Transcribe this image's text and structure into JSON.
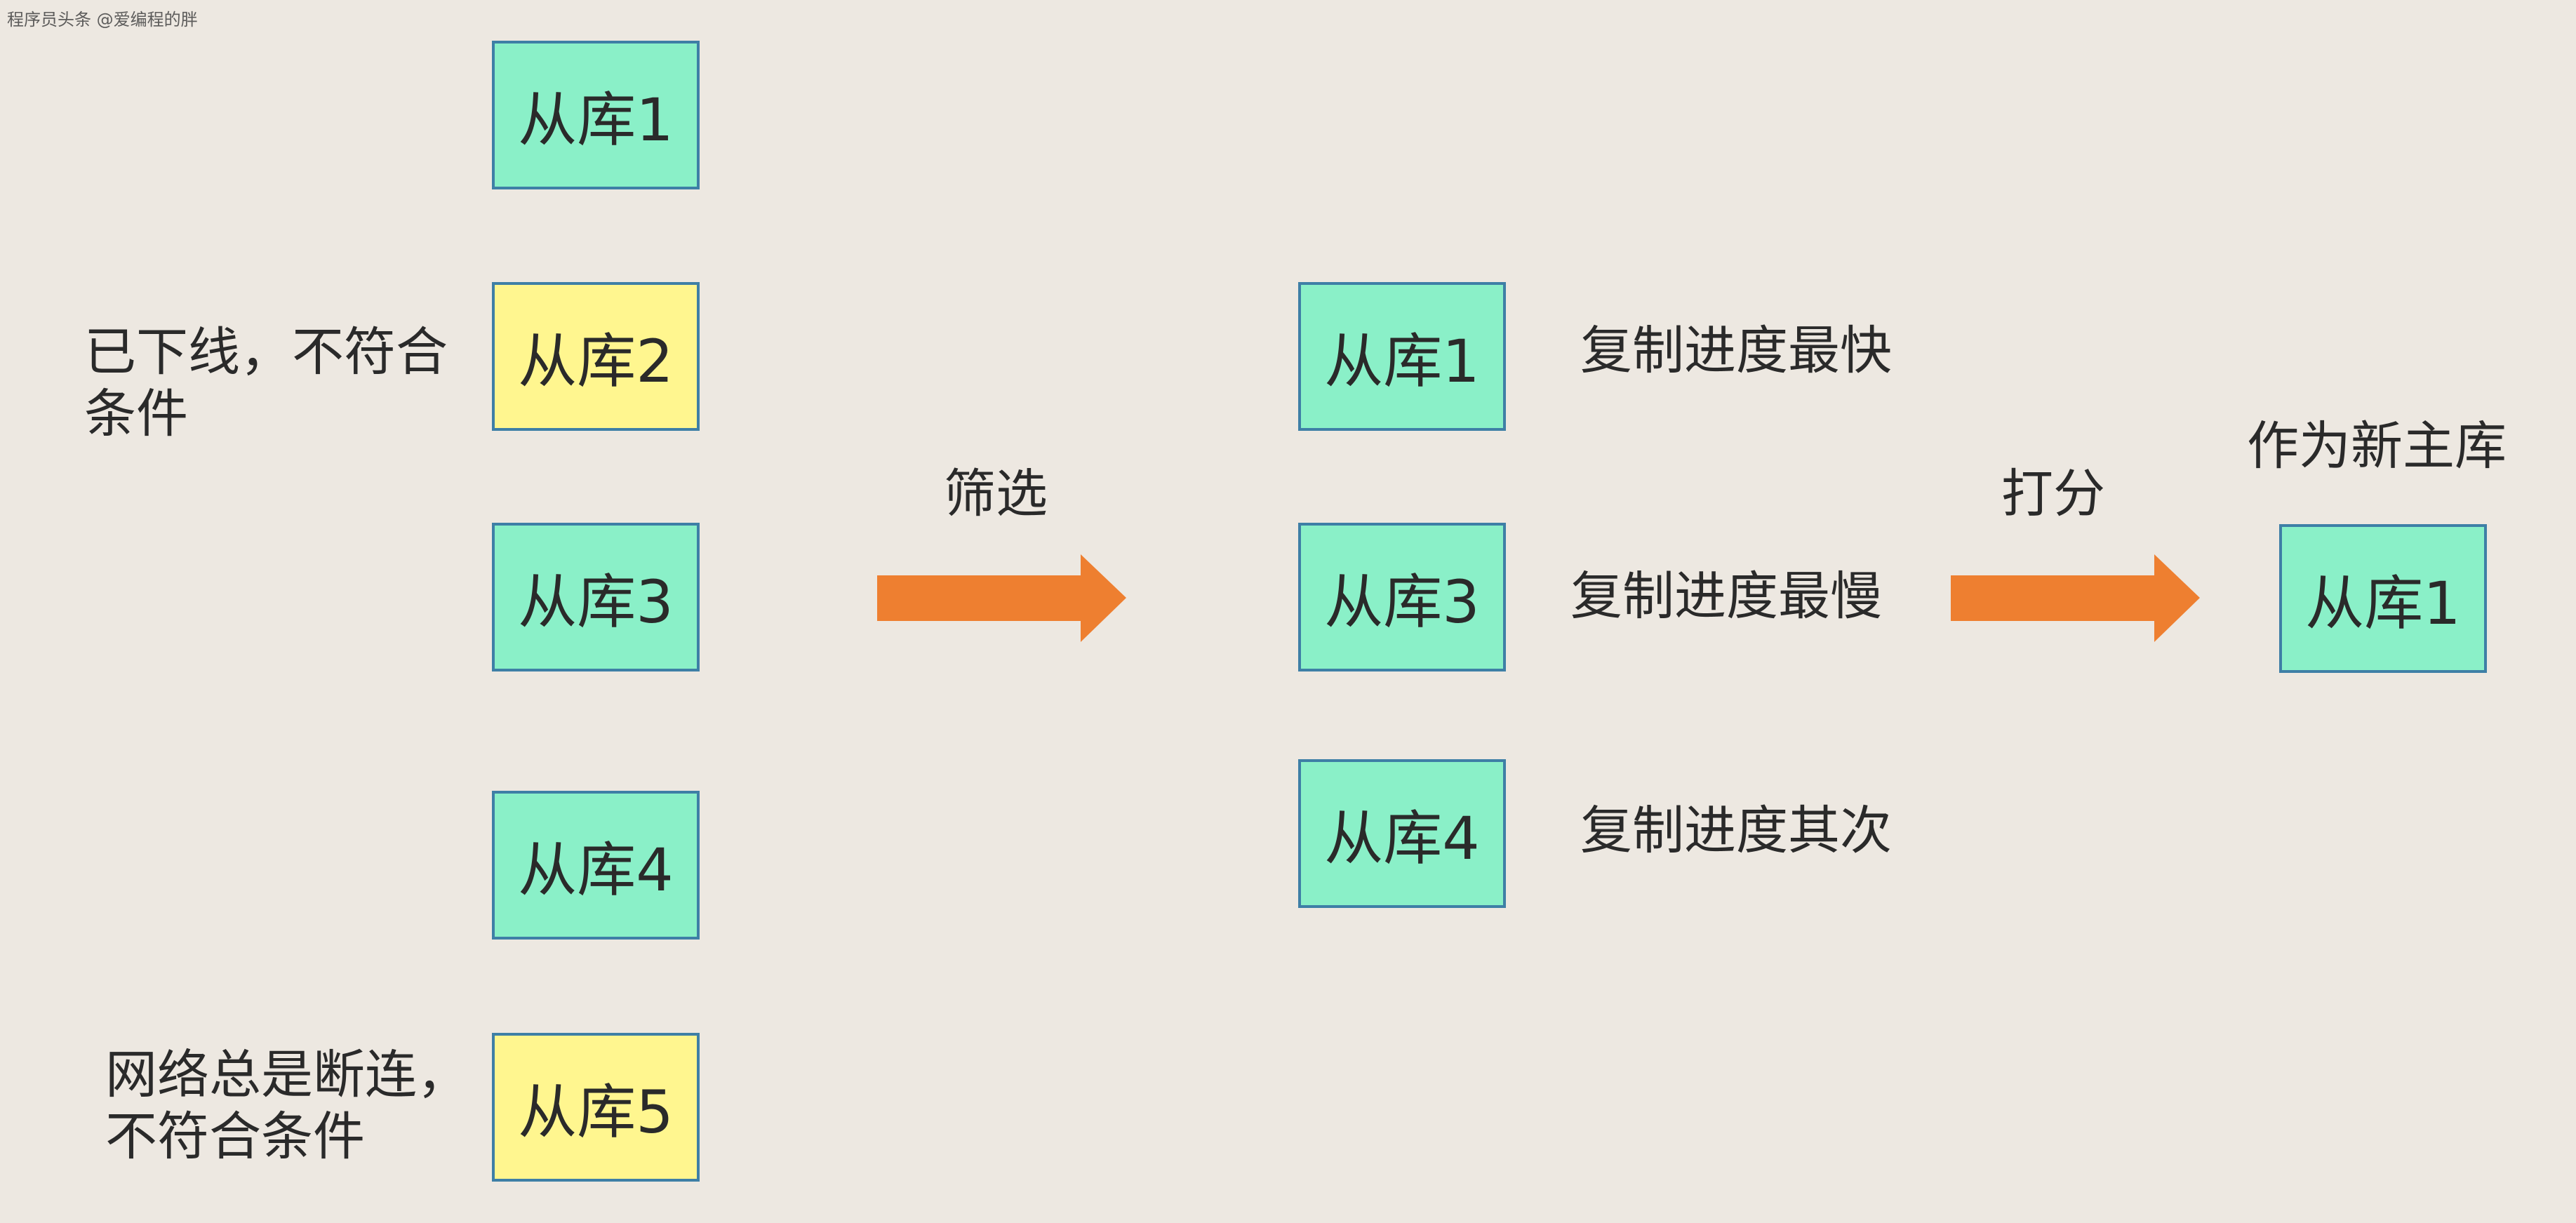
{
  "watermark": "程序员头条 @爱编程的胖",
  "left_column": {
    "replicas": [
      {
        "name": "从库1",
        "status": "ok"
      },
      {
        "name": "从库2",
        "status": "excluded"
      },
      {
        "name": "从库3",
        "status": "ok"
      },
      {
        "name": "从库4",
        "status": "ok"
      },
      {
        "name": "从库5",
        "status": "excluded"
      }
    ],
    "notes": {
      "replica2": [
        "已下线，不符合",
        "条件"
      ],
      "replica5": [
        "网络总是断连，",
        "不符合条件"
      ]
    }
  },
  "step1": {
    "label": "筛选"
  },
  "middle_column": {
    "replicas": [
      {
        "name": "从库1",
        "progress": "复制进度最快"
      },
      {
        "name": "从库3",
        "progress": "复制进度最慢"
      },
      {
        "name": "从库4",
        "progress": "复制进度其次"
      }
    ]
  },
  "step2": {
    "label": "打分"
  },
  "result": {
    "title": "作为新主库",
    "replica": "从库1"
  },
  "colors": {
    "background": "#EDE8E1",
    "ok_box": "#8AF0C8",
    "excluded_box": "#FFF68F",
    "box_border": "#3E7FA6",
    "arrow": "#EE7F30"
  }
}
